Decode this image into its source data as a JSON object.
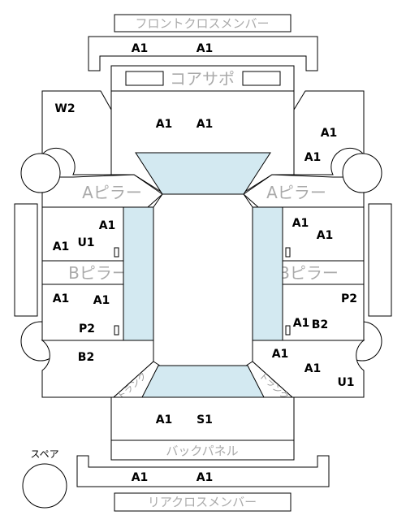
{
  "parts": {
    "front_cross_member": "フロントクロスメンバー",
    "core_support": "コアサポ",
    "a_pillar_left": "Aピラー",
    "a_pillar_right": "Aピラー",
    "b_pillar_left": "Bピラー",
    "b_pillar_right": "Bピラー",
    "back_panel": "バックパネル",
    "rear_cross_member": "リアクロスメンバー",
    "spare": "スペア",
    "trunk_left": "トランク",
    "trunk_right": "トランク"
  },
  "grades": {
    "front_cross_1": "A1",
    "front_cross_2": "A1",
    "hood_1": "A1",
    "hood_2": "A1",
    "front_left_fender": "W2",
    "front_right_fender_1": "A1",
    "front_right_fender_2": "A1",
    "front_left_door_1": "A1",
    "front_left_door_2": "A1",
    "front_left_door_3": "U1",
    "front_right_door_1": "A1",
    "front_right_door_2": "A1",
    "rear_left_door_1": "A1",
    "rear_left_door_2": "A1",
    "rear_left_door_3": "P2",
    "rear_right_door_1": "P2",
    "rear_right_door_2": "A1",
    "rear_right_door_3": "B2",
    "rear_left_fender": "B2",
    "rear_right_fender_1": "A1",
    "rear_right_fender_2": "A1",
    "rear_right_fender_3": "U1",
    "trunk_1": "A1",
    "trunk_2": "S1",
    "rear_cross_1": "A1",
    "rear_cross_2": "A1"
  }
}
